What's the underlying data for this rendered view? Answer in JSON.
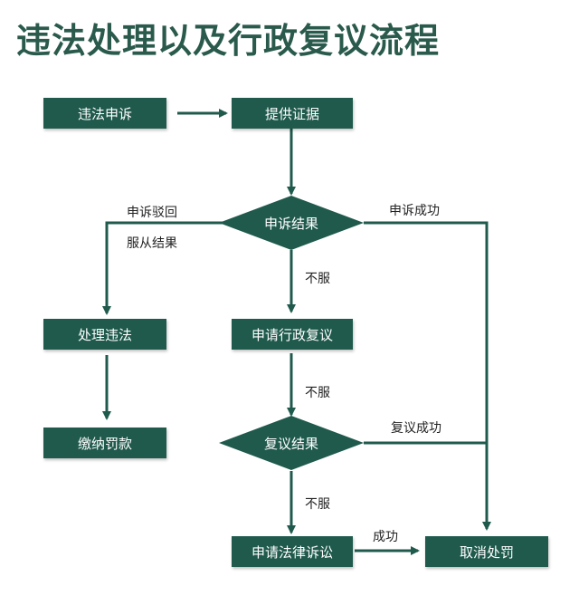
{
  "title": "违法处理以及行政复议流程",
  "nodes": {
    "appeal": "违法申诉",
    "evidence": "提供证据",
    "appeal_result": "申诉结果",
    "handle_violation": "处理违法",
    "pay_fine": "缴纳罚款",
    "admin_review": "申请行政复议",
    "review_result": "复议结果",
    "lawsuit": "申请法律诉讼",
    "cancel_penalty": "取消处罚"
  },
  "edge_labels": {
    "appeal_rejected": "申诉驳回",
    "accept_result": "服从结果",
    "appeal_success": "申诉成功",
    "disagree_1": "不服",
    "disagree_2": "不服",
    "review_success": "复议成功",
    "success": "成功"
  },
  "colors": {
    "node_fill": "#1f5a4c",
    "title": "#2a5a4c",
    "line": "#1f5a4c"
  }
}
